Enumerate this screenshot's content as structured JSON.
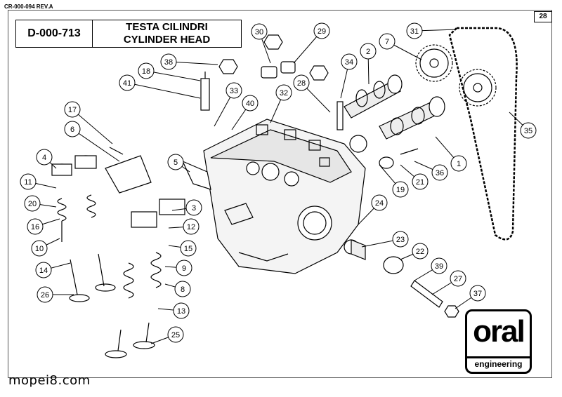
{
  "document": {
    "reference": "CR-000-094 REV.A",
    "page_number": "28",
    "watermark": "mopei8.com"
  },
  "title_block": {
    "code": "D-000-713",
    "name_it": "TESTA CILINDRI",
    "name_en": "CYLINDER HEAD"
  },
  "logo": {
    "mark": "oral",
    "text": "engineering"
  },
  "callouts": [
    {
      "n": "1"
    },
    {
      "n": "2"
    },
    {
      "n": "3"
    },
    {
      "n": "4"
    },
    {
      "n": "5"
    },
    {
      "n": "6"
    },
    {
      "n": "7"
    },
    {
      "n": "8"
    },
    {
      "n": "9"
    },
    {
      "n": "10"
    },
    {
      "n": "11"
    },
    {
      "n": "12"
    },
    {
      "n": "13"
    },
    {
      "n": "14"
    },
    {
      "n": "15"
    },
    {
      "n": "16"
    },
    {
      "n": "17"
    },
    {
      "n": "18"
    },
    {
      "n": "19"
    },
    {
      "n": "20"
    },
    {
      "n": "21"
    },
    {
      "n": "22"
    },
    {
      "n": "23"
    },
    {
      "n": "24"
    },
    {
      "n": "25"
    },
    {
      "n": "26"
    },
    {
      "n": "27"
    },
    {
      "n": "28"
    },
    {
      "n": "29"
    },
    {
      "n": "30"
    },
    {
      "n": "31"
    },
    {
      "n": "32"
    },
    {
      "n": "33"
    },
    {
      "n": "34"
    },
    {
      "n": "35"
    },
    {
      "n": "36"
    },
    {
      "n": "37"
    },
    {
      "n": "38"
    },
    {
      "n": "39"
    },
    {
      "n": "40"
    },
    {
      "n": "41"
    }
  ]
}
